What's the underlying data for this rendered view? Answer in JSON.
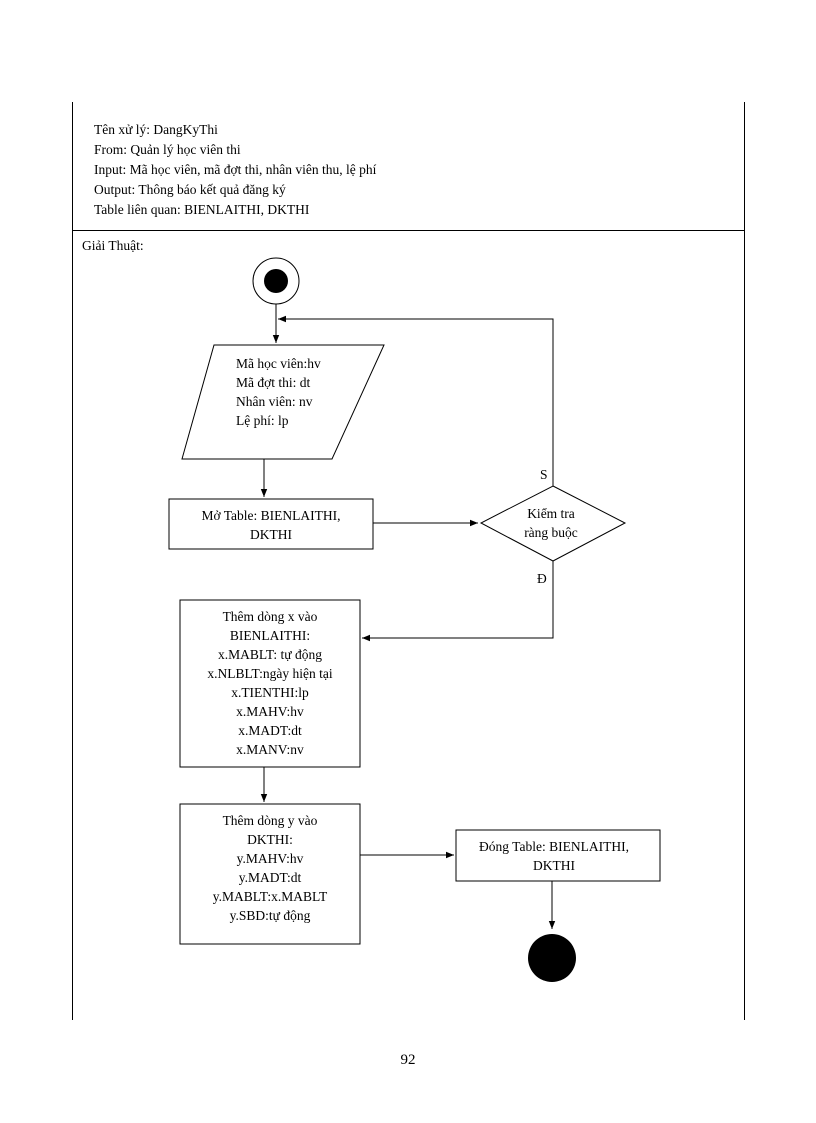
{
  "meta": {
    "name_line": "Tên xử lý:  DangKyThi",
    "from_line": "From:  Quản lý học viên thi",
    "input_line": "Input:  Mã học viên,  mã đợt thi,  nhân viên  thu,  lệ  phí",
    "output_line": "Output:  Thông  báo kết quả đăng ký",
    "tables_line": "Table liên  quan:  BIENLAITHI,  DKTHI"
  },
  "algorithm": {
    "label": "Giải Thuật:"
  },
  "flow": {
    "input_box": {
      "lines": [
        "Mã học viên:hv",
        "Mã đợt thi:  dt",
        "Nhân viên:  nv",
        "Lệ phí:  lp"
      ]
    },
    "open_box": {
      "lines": [
        "Mở Table:  BIENLAITHI,",
        "DKTHI"
      ]
    },
    "decision": {
      "lines": [
        "Kiểm tra",
        "ràng buộc"
      ],
      "false_label": "S",
      "true_label": "Đ"
    },
    "insert_x_box": {
      "lines": [
        "Thêm  dòng  x vào",
        "BIENLAITHI:",
        "x.MABLT:  tự động",
        "x.NLBLT:ngày   hiện tại",
        "x.TIENTHI:lp",
        "x.MAHV:hv",
        "x.MADT:dt",
        "x.MANV:nv"
      ]
    },
    "insert_y_box": {
      "lines": [
        "Thêm  dòng  y vào",
        "DKTHI:",
        "y.MAHV:hv",
        "y.MADT:dt",
        "y.MABLT:x.MABLT",
        "y.SBD:tự  động"
      ]
    },
    "close_box": {
      "lines": [
        "Đóng  Table:  BIENLAITHI,",
        "DKTHI"
      ]
    }
  },
  "footer": {
    "page_number": "92"
  }
}
